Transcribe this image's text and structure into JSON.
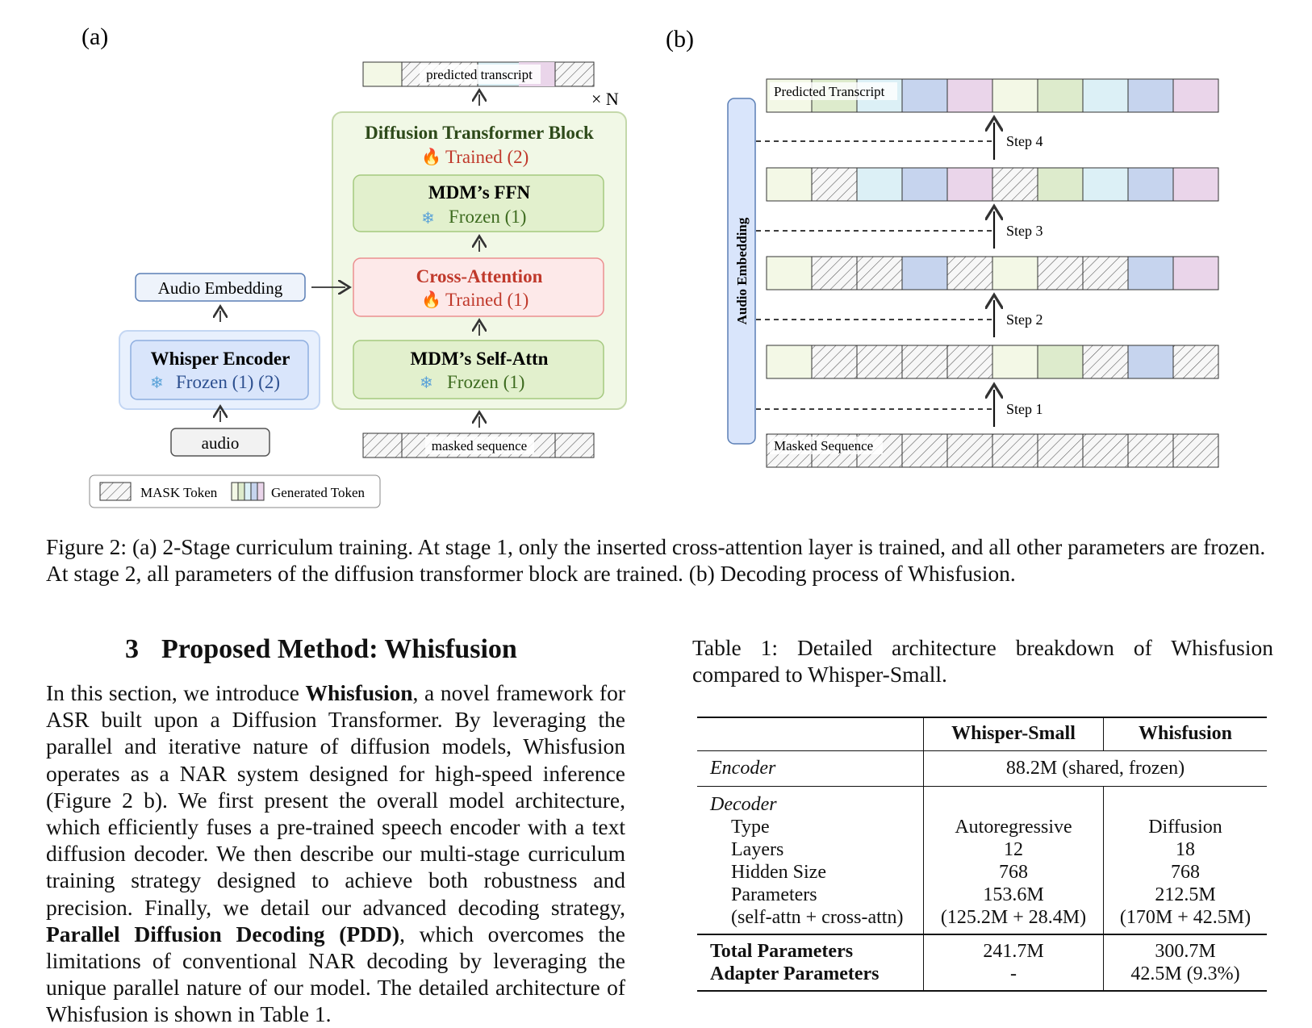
{
  "figure": {
    "panel_a_label": "(a)",
    "panel_b_label": "(b)",
    "panel_a": {
      "predicted_transcript": "predicted transcript",
      "times_n": "× N",
      "block_title": "Diffusion Transformer Block",
      "block_status": "Trained (2)",
      "ffn_title": "MDM’s FFN",
      "ffn_status": "Frozen (1)",
      "cross_title": "Cross-Attention",
      "cross_status": "Trained (1)",
      "self_title": "MDM’s Self-Attn",
      "self_status": "Frozen (1)",
      "audio_embedding": "Audio Embedding",
      "encoder_title": "Whisper Encoder",
      "encoder_status": "Frozen (1) (2)",
      "audio": "audio",
      "masked_sequence": "masked sequence",
      "legend_mask": "MASK Token",
      "legend_generated": "Generated Token"
    },
    "panel_b": {
      "side_label": "Audio Embedding",
      "predicted_transcript": "Predicted Transcript",
      "masked_sequence": "Masked Sequence",
      "steps": [
        "Step 4",
        "Step 3",
        "Step 2",
        "Step 1"
      ]
    },
    "colors": {
      "yellow": "#f3f8e6",
      "green": "#ddebcc",
      "cyan": "#dcf0f6",
      "blue": "#c6d4ee",
      "pink": "#ead5ea",
      "block_bg": "#f1f8e6",
      "cross_bg": "#fde9e9",
      "encoder_bg": "#dde8fb",
      "trained_red": "#c0392b",
      "frozen_green": "#3d6b1f"
    }
  },
  "caption": "Figure 2: (a) 2-Stage curriculum training. At stage 1, only the inserted cross-attention layer is trained, and all other parameters are frozen. At stage 2, all parameters of the diffusion transformer block are trained. (b) Decoding process of Whisfusion.",
  "section": {
    "number": "3",
    "title": "Proposed Method: Whisfusion",
    "body": {
      "p1": "In this section, we introduce ",
      "b1": "Whisfusion",
      "p2": ", a novel framework for ASR built upon a Diffusion Transformer. By leveraging the parallel and iterative nature of diffusion models, Whisfusion operates as a NAR system designed for high-speed inference (Figure 2 b). We first present the overall model architecture, which efficiently fuses a pre-trained speech encoder with a text diffusion decoder. We then describe our multi-stage curriculum training strategy designed to achieve both robustness and precision. Finally, we detail our advanced decoding strategy, ",
      "b2": "Parallel Diffusion Decoding (PDD)",
      "p3": ", which overcomes the limitations of conventional NAR decoding by leveraging the unique parallel nature of our model. The detailed architecture of Whisfusion is shown in Table 1."
    }
  },
  "table": {
    "caption": "Table 1: Detailed architecture breakdown of Whisfusion compared to Whisper-Small.",
    "col_headers": [
      "Whisper-Small",
      "Whisfusion"
    ],
    "encoder_label": "Encoder",
    "encoder_value": "88.2M (shared, frozen)",
    "decoder_label": "Decoder",
    "rows": [
      {
        "label": "Type",
        "whisper": "Autoregressive",
        "whisfusion": "Diffusion"
      },
      {
        "label": "Layers",
        "whisper": "12",
        "whisfusion": "18"
      },
      {
        "label": "Hidden Size",
        "whisper": "768",
        "whisfusion": "768"
      },
      {
        "label": "Parameters",
        "whisper": "153.6M",
        "whisfusion": "212.5M"
      },
      {
        "label": "(self-attn + cross-attn)",
        "whisper": "(125.2M + 28.4M)",
        "whisfusion": "(170M + 42.5M)"
      }
    ],
    "totals": [
      {
        "label": "Total Parameters",
        "whisper": "241.7M",
        "whisfusion": "300.7M"
      },
      {
        "label": "Adapter Parameters",
        "whisper": "-",
        "whisfusion": "42.5M (9.3%)"
      }
    ]
  }
}
